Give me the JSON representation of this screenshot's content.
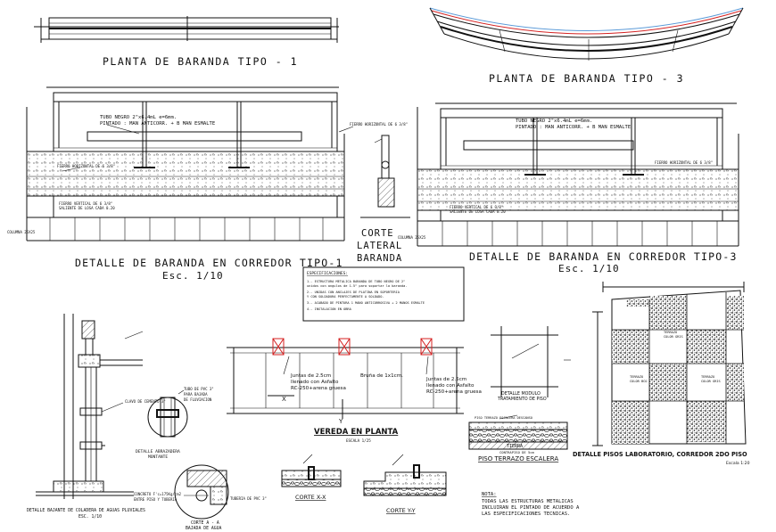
{
  "titles": {
    "plan_tipo1": "PLANTA DE BARANDA TIPO - 1",
    "plan_tipo3": "PLANTA DE BARANDA TIPO - 3",
    "detail_tipo1": "DETALLE DE BARANDA EN CORREDOR TIPO-1",
    "detail_tipo3": "DETALLE DE BARANDA EN CORREDOR TIPO-3",
    "scale_1": "Esc. 1/10",
    "scale_3": "Esc. 1/10",
    "corte_lateral": [
      "CORTE",
      "LATERAL",
      "BARANDA"
    ],
    "vereda": "VEREDA EN PLANTA",
    "vereda_scale": "ESCALA 1/25",
    "piso_terrazo": "PISO TERRAZO ESCALERA",
    "pisos_lab": "DETALLE PISOS LABORATORIO, CORREDOR 2DO PISO",
    "pisos_lab_scale": "Escala 1:20",
    "corte_xx": "CORTE X-X",
    "corte_yy": "CORTE Y-Y",
    "corte_aa": [
      "CORTE A - A",
      "BAJADA DE AGUA"
    ],
    "abrazadera": [
      "DETALLE ABRAZADERA",
      "MONTANTE"
    ],
    "bajante": [
      "DETALLE BAJANTE DE COLADERA DE AGUAS PLUVIALES",
      "ESC. 1/10"
    ],
    "modulo": [
      "DETALLE MODULO",
      "TRATAMIENTO DE PISO"
    ]
  },
  "annotations": {
    "tubo_1": [
      "TUBO NEGRO 2\"x6.4mL e=6mm.",
      "PINTADO : MAN ANTICORR. + B MAN ESMALTE"
    ],
    "tubo_3": [
      "TUBO NEGRO 2\"x6.4mL e=6mm.",
      "PINTADO : MAN ANTICORR. + B MAN ESMALTE"
    ],
    "fierro_h": "FIERRO HORIZONTAL DE 6 3/8\"",
    "fierro_v": [
      "FIERRO VERTICAL DE 6 3/8\"",
      "SALIENTE DE LOSA CADA 0.20"
    ],
    "columna": "COLUMNA 25X25",
    "juntas_left": [
      "Juntas de 2.5cm",
      "llenado con Asfalto",
      "RC-250+arena gruesa"
    ],
    "bruna": "Bruña de 1x1cm.",
    "juntas_right": [
      "Juntas de 2.5cm",
      "llenado con Asfalto",
      "RC-250+arena gruesa"
    ],
    "clavo": "CLAVO DE CEMENTO 3\"",
    "tubo_pvc": [
      "TUBO DE PVC 3\"",
      "PARA BAJADA",
      "DE FLUVIACION"
    ],
    "tuberia_pvc": "TUBERIA DE PVC 3\"",
    "concreto": [
      "CONCRETO F'c=175Kg/cm2",
      "ENTRE PISO Y TUBERIA"
    ],
    "terrazo_gris": [
      "TERRAZO",
      "COLOR GRIS"
    ],
    "terrazo_blanco": [
      "TERRAZO",
      "COLOR BCO"
    ],
    "terrazo_color": [
      "TERRAZO",
      "COLOR GRIS"
    ],
    "contrapiso": "CONTRAPISO DE 5cm",
    "tierra": "TIERRA",
    "escalera_note": "PISO TERRAZO ESCALERA DESCANSO"
  },
  "specs": {
    "heading": "ESPECIFICACIONES:",
    "items": [
      "1.- ESTRUCTURA METALICA BARANDA DE TUBO NEGRO DE 2\"",
      "     unidos con angulos de 1.5\" para soportar la baranda.",
      "2.- UNIDAS CON ANCLAJES DE PLATINA EN SOPORTERIA",
      "     Y CON SOLDADURA PERFECTAMENTE A SOLDADO.",
      "3.- ACABADO DE PINTURA 1 MANO ANTICORROSIVA + 2 MANOS ESMALTE",
      "4.- INSTALACION EN OBRA"
    ]
  },
  "note": {
    "heading": "NOTA:",
    "lines": [
      "TODAS LAS ESTRUCTURAS METALICAS",
      "INCLUIRAN EL PINTADO DE ACUERDO A",
      "LAS ESPECIFICACIONES TECNICAS."
    ]
  },
  "markers": {
    "x": "X",
    "y": "Y",
    "a": "A"
  },
  "colors": {
    "line": "#111111",
    "red": "#d42020",
    "blue": "#5a9ad8",
    "paper": "#ffffff"
  }
}
